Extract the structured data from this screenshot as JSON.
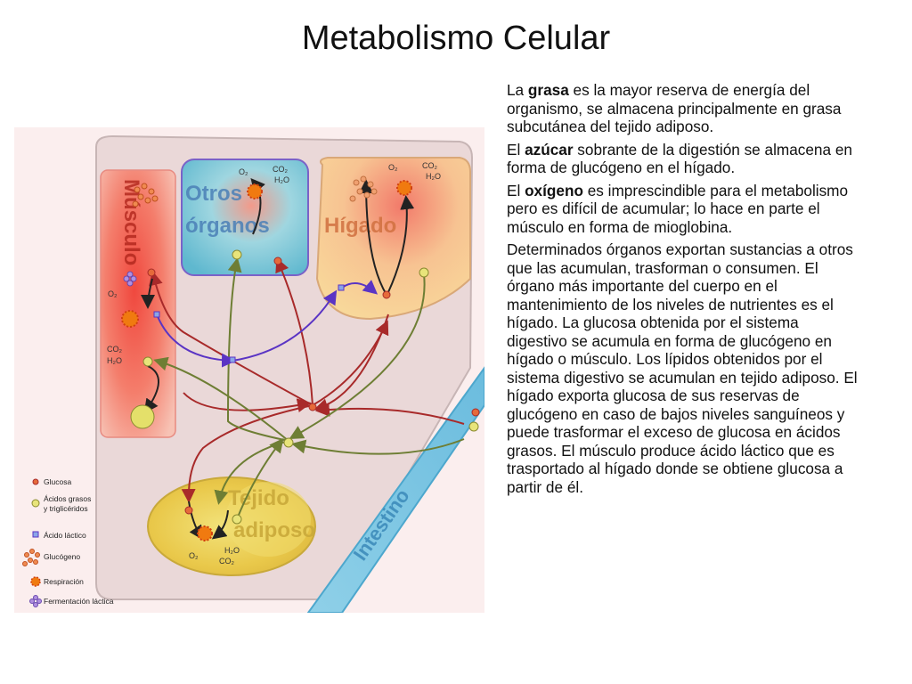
{
  "slide": {
    "title": "Metabolismo Celular"
  },
  "paragraphs": [
    {
      "before": "La ",
      "bold": "grasa",
      "after": " es la mayor reserva de energía del organismo, se almacena principalmente en grasa subcutánea del tejido adiposo."
    },
    {
      "before": "El ",
      "bold": "azúcar",
      "after": " sobrante de la digestión se almacena en forma de glucógeno en el hígado."
    },
    {
      "before": "El ",
      "bold": "oxígeno",
      "after": " es imprescindible para el metabolismo pero es difícil de acumular; lo hace en parte el músculo en forma de mioglobina."
    },
    {
      "before": "",
      "bold": "",
      "after": "Determinados órganos exportan sustancias a otros que las acumulan, trasforman o consumen. El órgano más importante del cuerpo en el mantenimiento de los niveles de nutrientes es el hígado. La glucosa obtenida por el sistema digestivo se acumula en forma de glucógeno en hígado o músculo. Los lípidos obtenidos por el sistema digestivo se acumulan en tejido adiposo. El hígado exporta glucosa de sus reservas de glucógeno en caso de bajos niveles sanguíneos y puede trasformar el exceso de glucosa en ácidos grasos. El músculo produce ácido láctico que es trasportado al hígado donde se obtiene glucosa a partir de él."
    }
  ],
  "diagram": {
    "organs": {
      "muscle": "Músculo",
      "other_line1": "Otros",
      "other_line2": "órganos",
      "liver": "Hígado",
      "adipose_line1": "Tejido",
      "adipose_line2": "adiposo",
      "intestine": "Intestino"
    },
    "chem": {
      "o2": "O₂",
      "co2": "CO₂",
      "h2o": "H₂O"
    },
    "legend": [
      {
        "label": "Glucosa",
        "icon": "glucose-dot"
      },
      {
        "label_line1": "Ácidos grasos",
        "label_line2": "y triglicéridos",
        "icon": "fatty-acid-dot"
      },
      {
        "label": "Ácido láctico",
        "icon": "lactic-square"
      },
      {
        "label": "Glucógeno",
        "icon": "glycogen-cluster"
      },
      {
        "label": "Respiración",
        "icon": "respiration-star"
      },
      {
        "label": "Fermentación láctica",
        "icon": "fermentation-flower"
      }
    ],
    "colors": {
      "background": "#ecdcdc",
      "glucose_arrow": "#b03030",
      "fatty_arrow": "#7a8a3c",
      "lactic_arrow": "#6a3fcf",
      "muscle": "#f26a5a",
      "other_organs": "#7fc5d8",
      "liver": "#f7c58a",
      "adipose": "#e6c84a",
      "intestine": "#8ecfe6"
    }
  }
}
